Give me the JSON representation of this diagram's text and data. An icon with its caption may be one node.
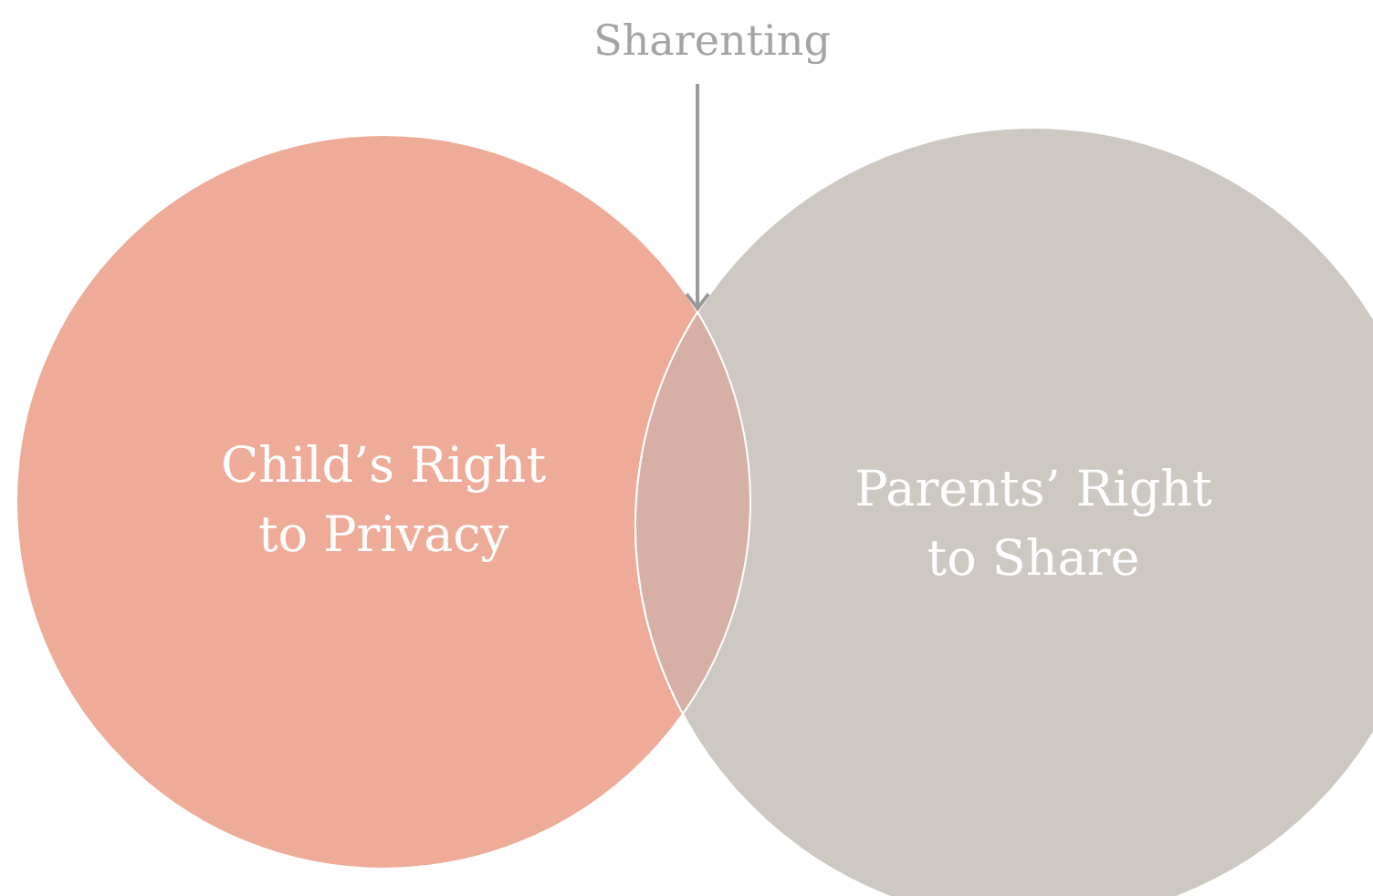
{
  "diagram": {
    "nodes": [
      {
        "text": [
          "Sharenting"
        ]
      },
      {
        "text": [
          "Child’s Right to Privacy"
        ]
      },
      {
        "text": [
          "Parents’ Right to Share"
        ]
      },
      {
        "text": [],
        "shape": "lens"
      }
    ],
    "edges": [
      {
        "from": 0,
        "to": 3,
        "arrow": "to"
      }
    ]
  }
}
